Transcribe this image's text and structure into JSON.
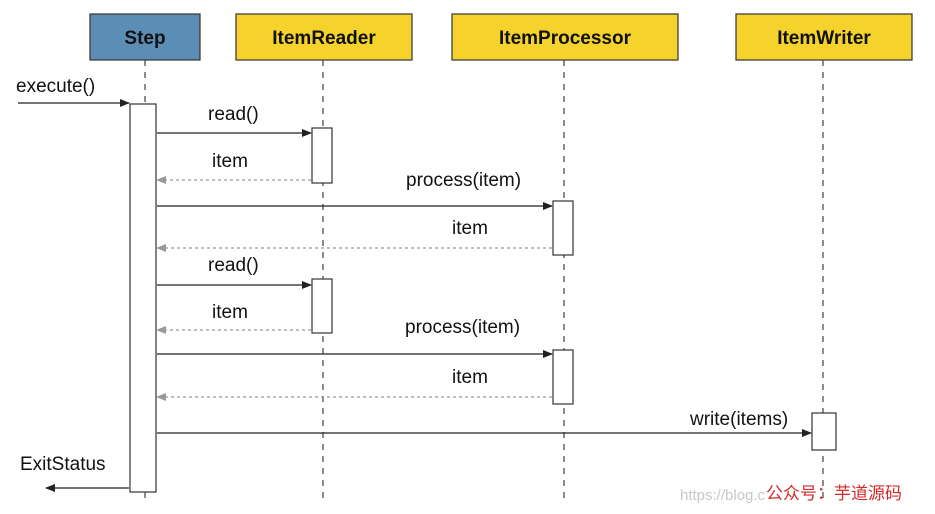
{
  "participants": [
    {
      "id": "step",
      "label": "Step",
      "color": "#5b8db5"
    },
    {
      "id": "reader",
      "label": "ItemReader",
      "color": "#f5d22c"
    },
    {
      "id": "processor",
      "label": "ItemProcessor",
      "color": "#f5d22c"
    },
    {
      "id": "writer",
      "label": "ItemWriter",
      "color": "#f5d22c"
    }
  ],
  "messages": [
    {
      "label": "execute()"
    },
    {
      "label": "read()"
    },
    {
      "label": "item"
    },
    {
      "label": "process(item)"
    },
    {
      "label": "item"
    },
    {
      "label": "read()"
    },
    {
      "label": "item"
    },
    {
      "label": "process(item)"
    },
    {
      "label": "item"
    },
    {
      "label": "write(items)"
    },
    {
      "label": "ExitStatus"
    }
  ],
  "watermark": {
    "url_text": "https://blog.c",
    "cn_text": "公众号：芋道源码"
  }
}
